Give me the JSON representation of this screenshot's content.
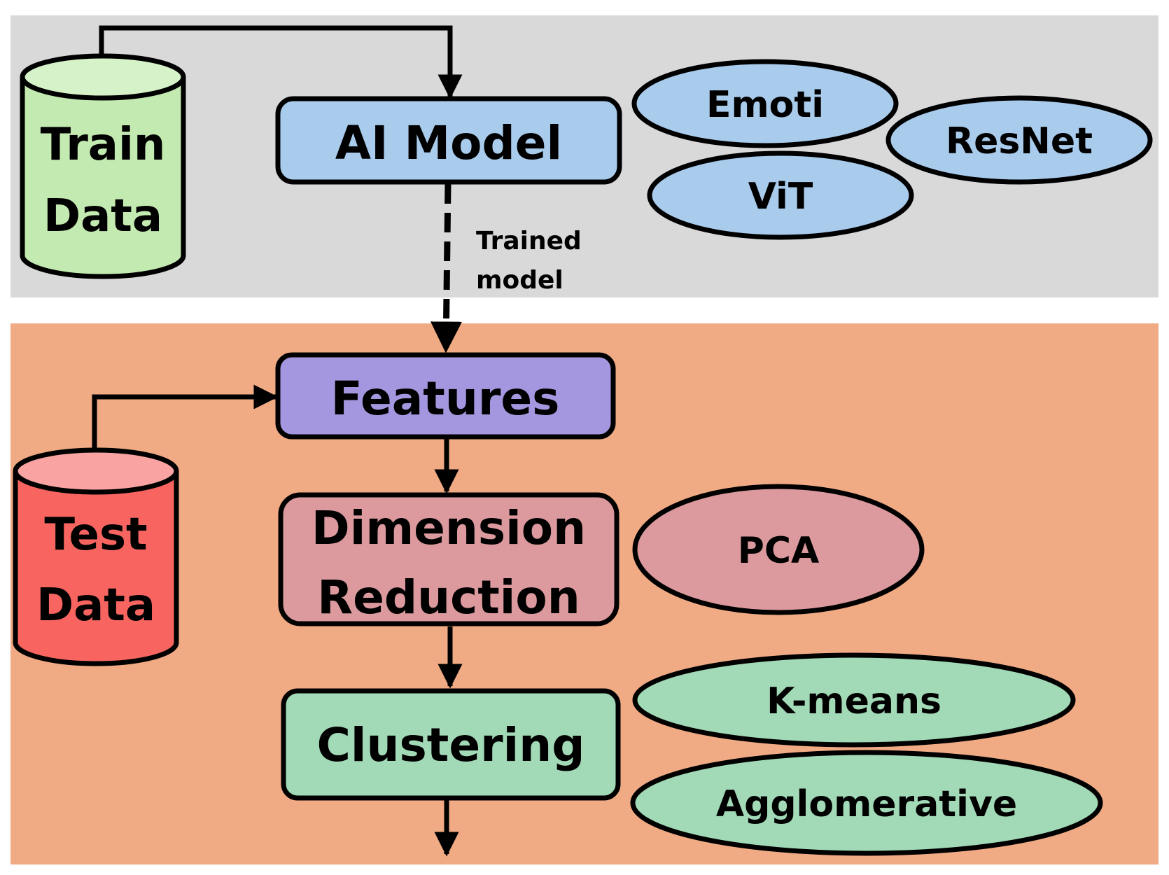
{
  "colors": {
    "train_panel": "#d9d9d9",
    "test_panel": "#f0aa84",
    "train_cylinder": "#c3eab0",
    "train_cylinder_top": "#d6f2c8",
    "test_cylinder": "#f86560",
    "test_cylinder_top": "#f9a3a3",
    "ai_model": "#a9cbec",
    "features": "#a597df",
    "dimension_reduction": "#dc9a9e",
    "clustering": "#a2d9b7",
    "outline": "#000000"
  },
  "train_data": {
    "line1": "Train",
    "line2": "Data",
    "icon": "database-cylinder-icon"
  },
  "test_data": {
    "line1": "Test",
    "line2": "Data",
    "icon": "database-cylinder-icon"
  },
  "ai_model": {
    "label": "AI Model"
  },
  "ai_model_options": [
    "Emoti",
    "ResNet",
    "ViT"
  ],
  "trained_model_edge": {
    "line1": "Trained",
    "line2": "model"
  },
  "features": {
    "label": "Features"
  },
  "dimension_reduction": {
    "line1": "Dimension",
    "line2": "Reduction"
  },
  "dimension_reduction_options": [
    "PCA"
  ],
  "clustering": {
    "label": "Clustering"
  },
  "clustering_options": [
    "K-means",
    "Agglomerative"
  ]
}
